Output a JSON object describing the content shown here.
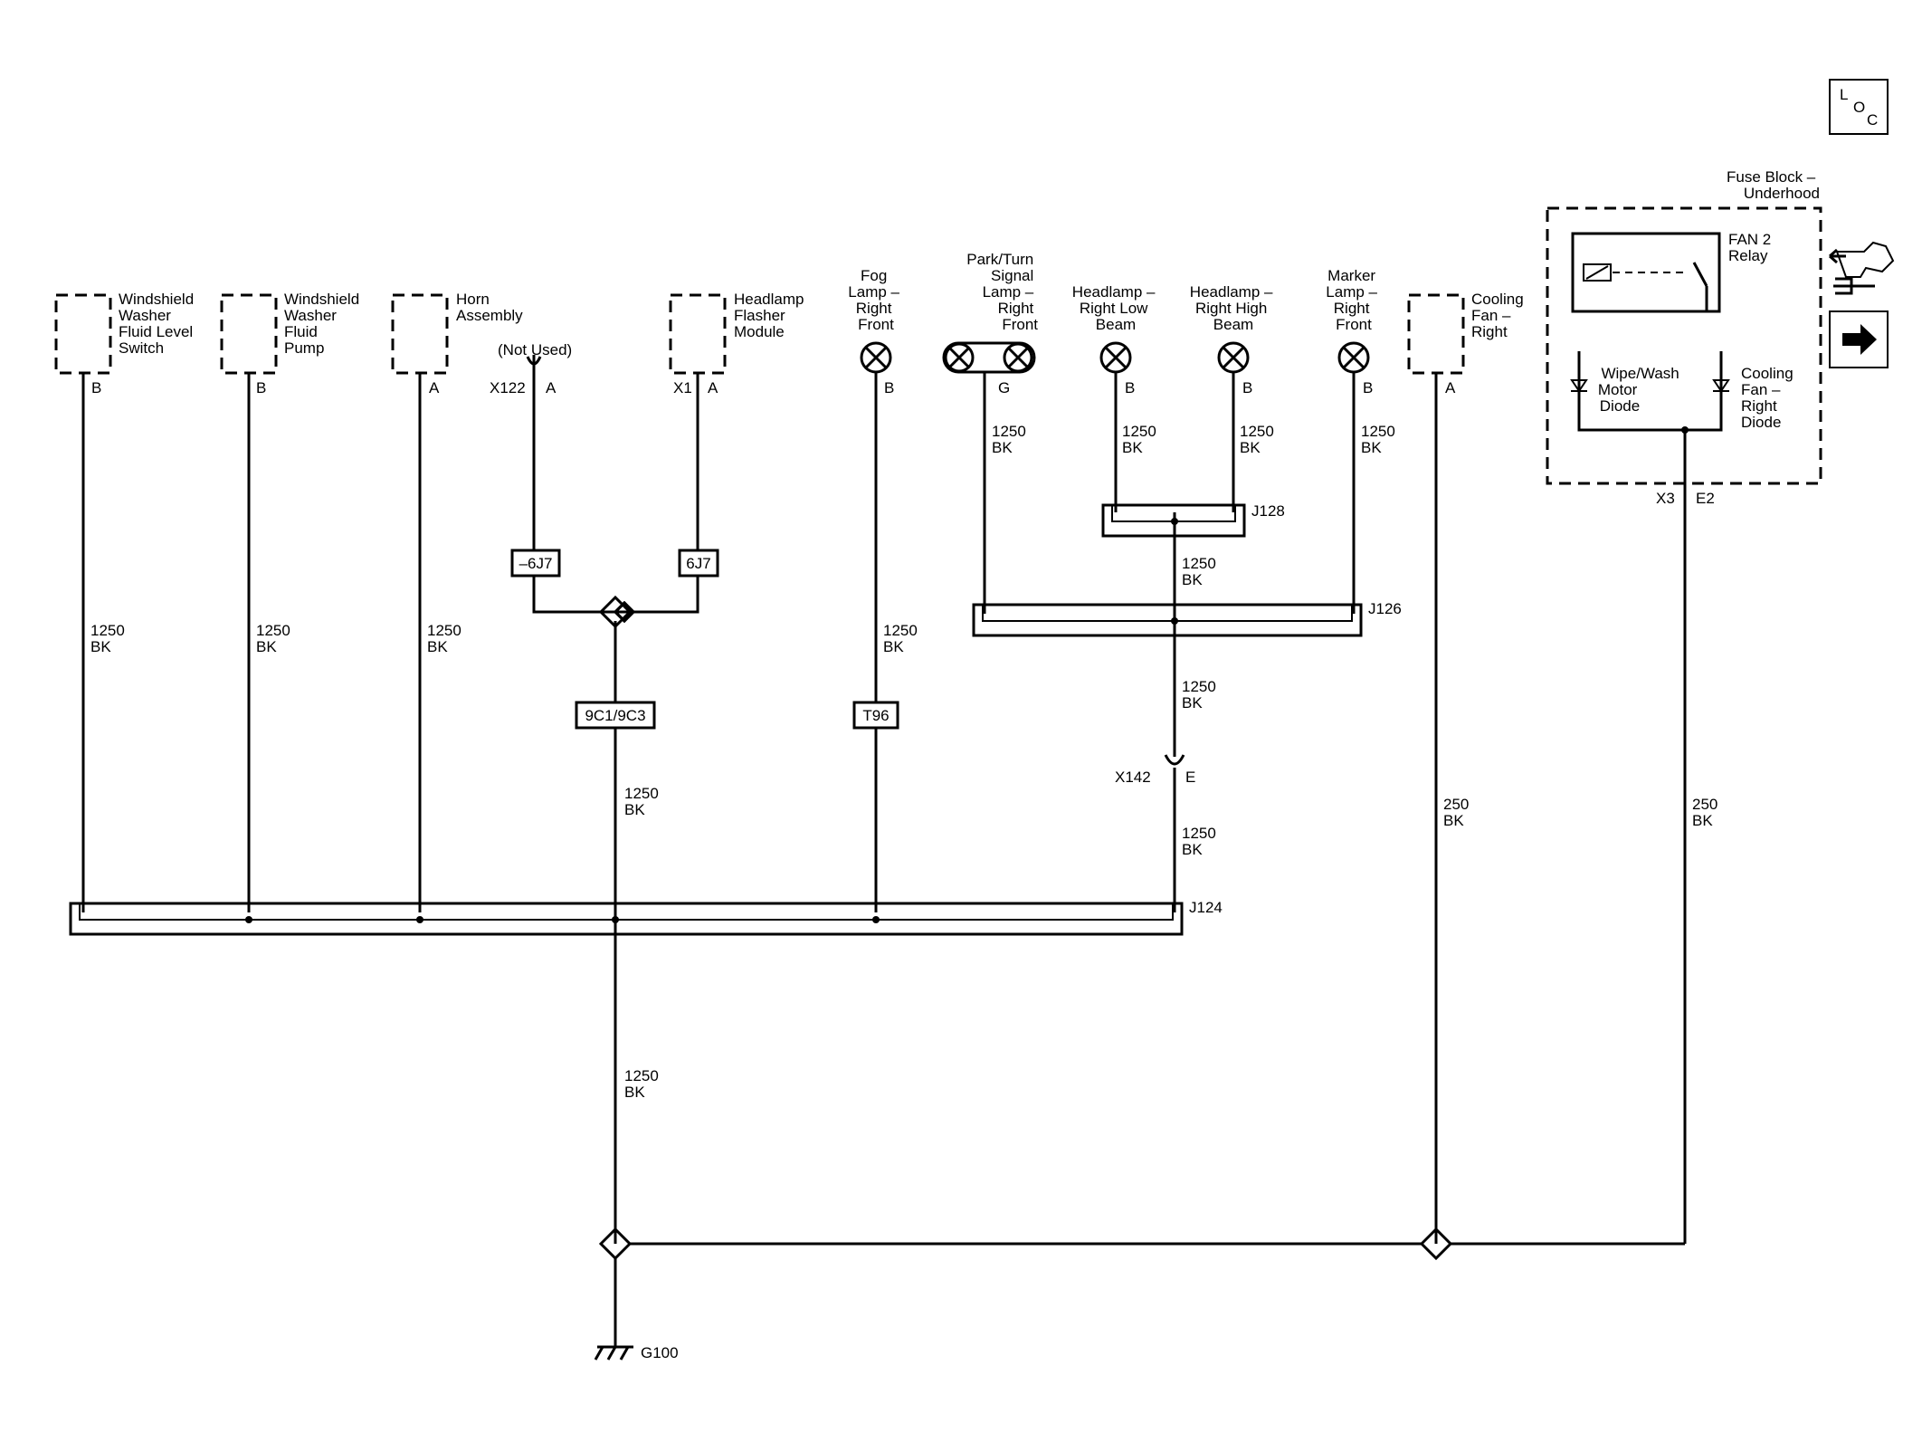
{
  "components": {
    "washer_level_switch": {
      "label": [
        "Windshield",
        "Washer",
        "Fluid Level",
        "Switch"
      ],
      "pin": "B"
    },
    "washer_pump": {
      "label": [
        "Windshield",
        "Washer",
        "Fluid",
        "Pump"
      ],
      "pin": "B"
    },
    "horn": {
      "label": [
        "Horn",
        "Assembly"
      ],
      "pin": "A",
      "note": "(Not Used)",
      "connector": "X122",
      "connector_pin": "A"
    },
    "flasher": {
      "label": [
        "Headlamp",
        "Flasher",
        "Module"
      ],
      "connector": "X1",
      "pin": "A"
    },
    "fog_lamp": {
      "label": [
        "Fog",
        "Lamp –",
        "Right",
        "Front"
      ],
      "pin": "B"
    },
    "park_turn_lamp": {
      "label": [
        "Park/Turn",
        "Signal",
        "Lamp –",
        "Right",
        "Front"
      ],
      "pin": "G"
    },
    "low_beam": {
      "label": [
        "Headlamp –",
        "Right Low",
        "Beam"
      ],
      "pin": "B"
    },
    "high_beam": {
      "label": [
        "Headlamp –",
        "Right High",
        "Beam"
      ],
      "pin": "B"
    },
    "marker_lamp": {
      "label": [
        "Marker",
        "Lamp –",
        "Right",
        "Front"
      ],
      "pin": "B"
    },
    "cooling_fan": {
      "label": [
        "Cooling",
        "Fan –",
        "Right"
      ],
      "pin": "A"
    },
    "fuse_block": {
      "label": [
        "Fuse Block –",
        "Underhood"
      ],
      "connector": "X3",
      "pin": "E2"
    },
    "fan2_relay": {
      "label": [
        "FAN 2",
        "Relay"
      ]
    },
    "wipe_diode": {
      "label": [
        "Wipe/Wash",
        "Motor",
        "Diode"
      ]
    },
    "fan_diode": {
      "label": [
        "Cooling",
        "Fan –",
        "Right",
        "Diode"
      ]
    }
  },
  "wires": {
    "w1250": {
      "gauge": "1250",
      "color": "BK"
    },
    "w250": {
      "gauge": "250",
      "color": "BK"
    }
  },
  "splices": {
    "j124": "J124",
    "j126": "J126",
    "j128": "J128"
  },
  "inline_connector": {
    "name": "X142",
    "pin": "E"
  },
  "page_refs": {
    "r6j7a": "–6J7",
    "r6j7b": "6J7",
    "r9c": "9C1/9C3",
    "rt96": "T96"
  },
  "ground": "G100",
  "loc_icon": {
    "top": "L",
    "mid": "O",
    "bottom": "C"
  },
  "icons": [
    "loc-icon",
    "engine-connector-icon",
    "next-arrow-icon"
  ]
}
